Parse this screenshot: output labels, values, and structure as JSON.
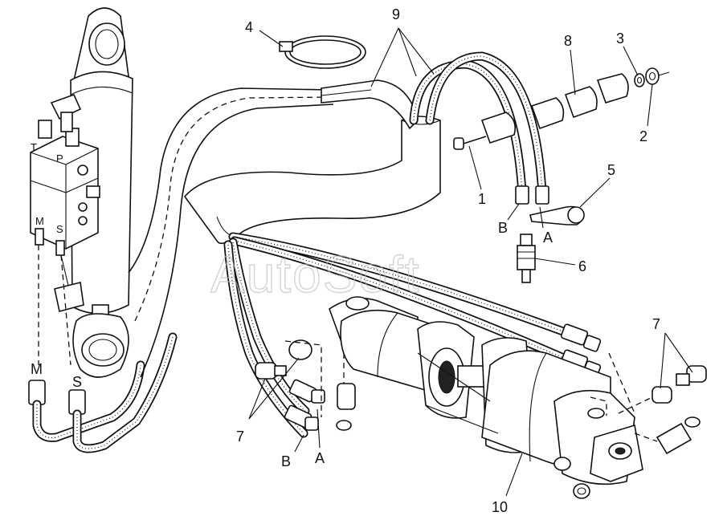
{
  "callouts": {
    "c1": "1",
    "c2": "2",
    "c3": "3",
    "c4": "4",
    "c5": "5",
    "c6": "6",
    "c7_left": "7",
    "c7_right": "7",
    "c8": "8",
    "c9": "9",
    "c10": "10"
  },
  "port_labels": {
    "valve_T": "T",
    "valve_P": "P",
    "valve_M": "M",
    "valve_S": "S",
    "hose_M": "M",
    "hose_S": "S",
    "top_B": "B",
    "top_A": "A",
    "bottom_B": "B",
    "bottom_A": "A"
  },
  "watermark": "AutoSoft"
}
